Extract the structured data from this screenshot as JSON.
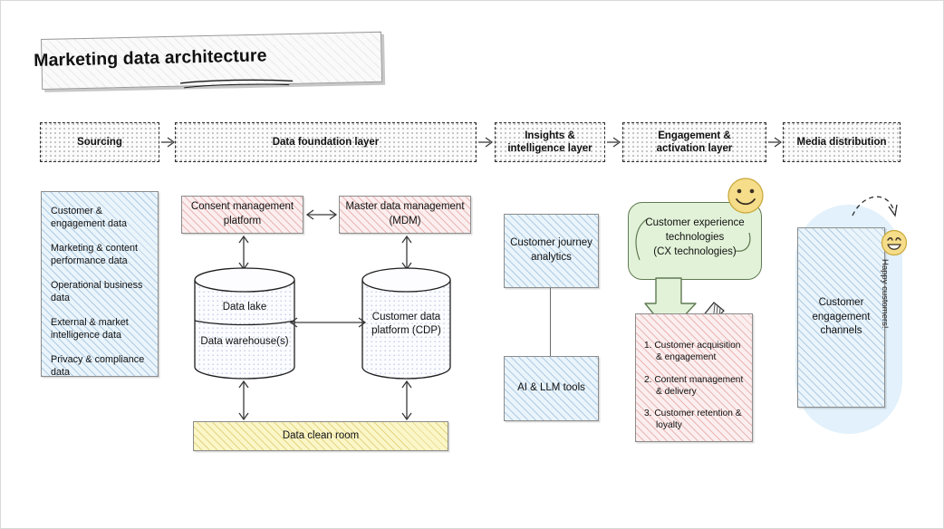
{
  "title": {
    "text": "Marketing data architecture"
  },
  "layers": [
    {
      "label": "Sourcing"
    },
    {
      "label": "Data foundation layer"
    },
    {
      "label": "Insights &\nintelligence layer"
    },
    {
      "label": "Engagement &\nactivation layer"
    },
    {
      "label": "Media distribution"
    }
  ],
  "sourcing": {
    "items": [
      "Customer & engagement data",
      "Marketing & content performance data",
      "Operational business data",
      "External & market intelligence data",
      "Privacy & compliance data"
    ]
  },
  "foundation": {
    "consent_platform": "Consent management platform",
    "mdm": "Master data management (MDM)",
    "data_lake": "Data lake",
    "data_warehouse": "Data warehouse(s)",
    "cdp": "Customer data platform (CDP)",
    "clean_room": "Data clean room"
  },
  "insights": {
    "journey_analytics": "Customer journey analytics",
    "ai_llm_tools": "AI & LLM tools"
  },
  "engagement": {
    "cx_bubble": "Customer experience technologies (CX technologies)",
    "use_cases": [
      "1. Customer acquisition & engagement",
      "2. Content management & delivery",
      "3. Customer retention & loyalty"
    ]
  },
  "media": {
    "channels": "Customer engagement channels",
    "happy_note": "Happy customers!"
  },
  "icons": {
    "smiley_top": "smiley-face-icon",
    "smiley_right": "grinning-face-icon",
    "pin": "push-pin-icon"
  },
  "colors": {
    "blue_fill": "#eaf4fb",
    "pink_fill": "#fbeeee",
    "yellow_fill": "#fbf6c8",
    "green_fill": "#e2f2d8",
    "blob_blue": "#e2f1fb",
    "smiley_yellow": "#f5dd8a"
  }
}
